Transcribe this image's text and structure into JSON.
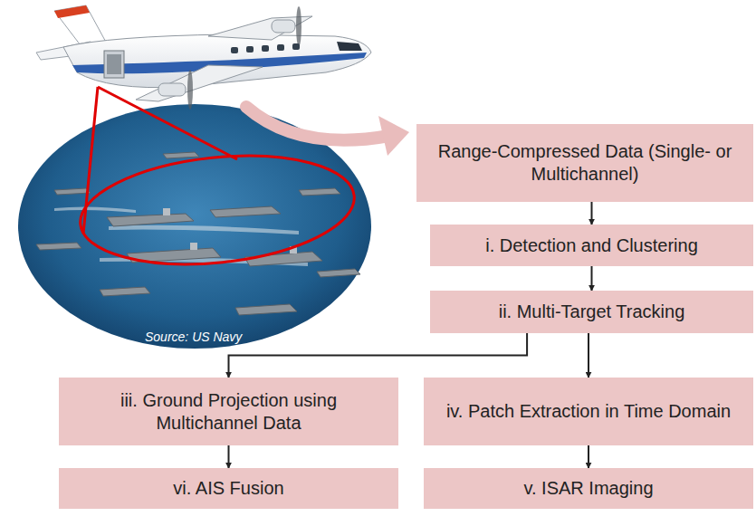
{
  "diagram": {
    "nodes": [
      {
        "text": [
          "Range-Compressed Data (Single- or Multichannel)"
        ]
      },
      {
        "text": [
          "i. Detection and Clustering"
        ]
      },
      {
        "text": [
          "ii. Multi-Target Tracking"
        ]
      },
      {
        "text": [
          "iii. Ground Projection using Multichannel Data"
        ]
      },
      {
        "text": [
          "iv. Patch Extraction in Time Domain"
        ]
      },
      {
        "text": [
          "vi. AIS Fusion"
        ]
      },
      {
        "text": [
          "v. ISAR Imaging"
        ]
      }
    ],
    "edges": [
      {
        "from": 0,
        "to": 1,
        "arrow": "to"
      },
      {
        "from": 1,
        "to": 2,
        "arrow": "to"
      },
      {
        "from": 2,
        "to": 3,
        "arrow": "to"
      },
      {
        "from": 2,
        "to": 4,
        "arrow": "to"
      },
      {
        "from": 3,
        "to": 5,
        "arrow": "to"
      },
      {
        "from": 4,
        "to": 6,
        "arrow": "to"
      }
    ],
    "labels": [
      "Source: US Navy"
    ]
  }
}
